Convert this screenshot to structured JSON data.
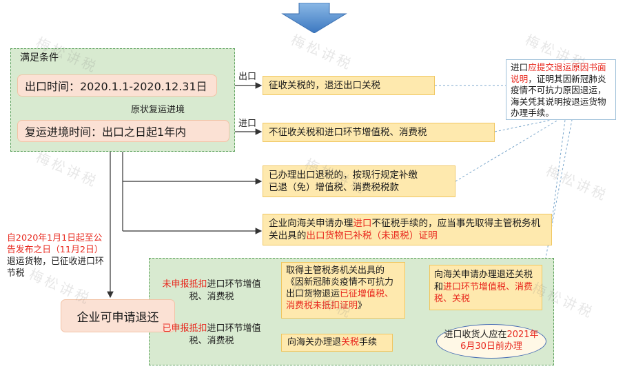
{
  "zone_top_title": "满足条件",
  "export_time": "出口时间：2020.1.1-2020.12.31日",
  "original_reentry": "原状复运进境",
  "reentry_time": "复运进境时间：出口之日起1年内",
  "label_export": "出口",
  "label_import": "进口",
  "collect_box": "征收关税的，退还出口关税",
  "nocollect_box": "不征收关税和进口环节增值税、消费税",
  "drawback_box": {
    "line1": "已办理出口退税的，按现行规定补缴",
    "line2": "已退（免）增值税、消费税税款"
  },
  "apply_nocollect": {
    "part1": "企业向海关申请办理",
    "part2": "进口",
    "part3": "不征税手续的，应当事先取得主管税务机关出具的",
    "part4": "出口货物已补税（未退税）证明"
  },
  "note": {
    "part1": "进口",
    "part2": "应提交退运原因书面说明",
    "part3": "，证明其因新冠肺炎疫情不可抗力原因退运，海关凭其说明按退运货物办理手续。"
  },
  "side_note": {
    "part1": "自2020年1月1日起至公告发布之日（11月2日）",
    "part2": "退运货物，已征收进口环节税"
  },
  "apply_refund": "企业可申请退还",
  "undeclared": {
    "part1": "未申报抵扣",
    "part2": "进口环节增值税、消费税"
  },
  "declared": {
    "part1": "已申报抵扣",
    "part2": "进口环节增值税、消费税"
  },
  "cert_box": {
    "part1": "取得主管税务机关出具的《因新冠肺炎疫情不可抗力出口货物退运",
    "part2": "已征增值税、消费税未抵扣证明",
    "part3": "》"
  },
  "apply_vat": {
    "part1": "向海关申请办理退还关税和",
    "part2": "进口环节增值税、消费税、关税"
  },
  "refund_customs": {
    "part1": "向海关办理退",
    "part2": "关税",
    "part3": "手续"
  },
  "deadline": {
    "part1": "进口收货人应在",
    "part2": "2021年6月30日前办理"
  },
  "watermark": "梅松讲税",
  "colors": {
    "zone_fill": "#d8ead0",
    "zone_border": "#5aa05a",
    "pink_fill": "#fbe1d4",
    "yellow_fill": "#fee9ae",
    "accent_red": "#e8281e",
    "arrow_blue": "#4a86c8"
  }
}
